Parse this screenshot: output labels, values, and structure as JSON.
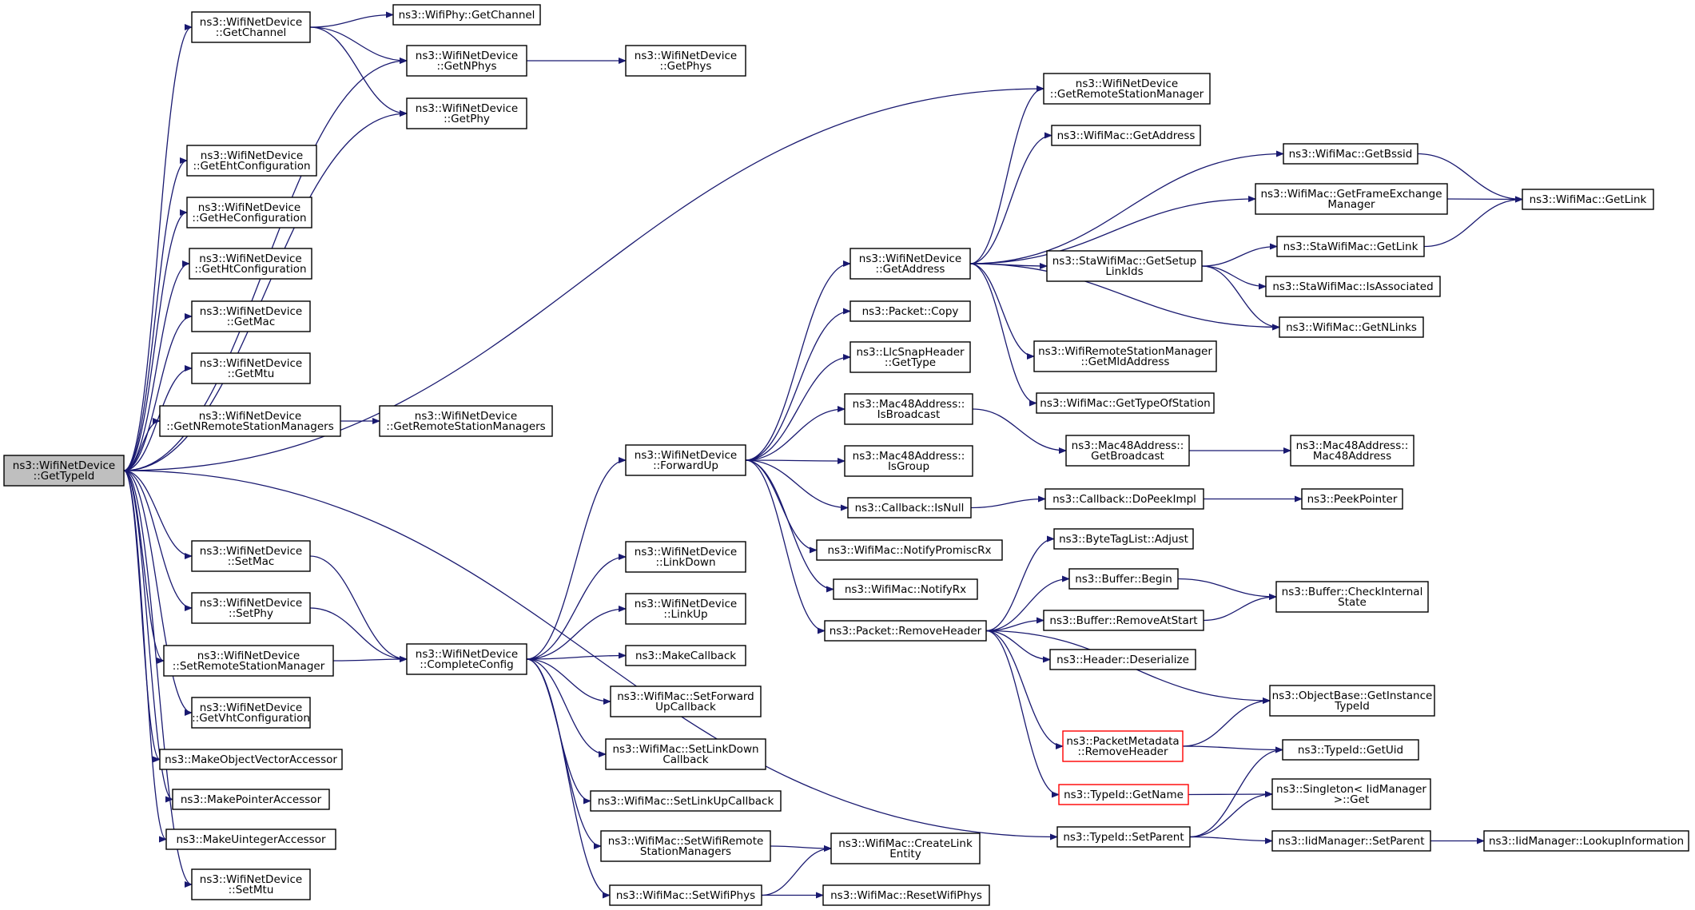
{
  "colors": {
    "edge": "#191970",
    "node_border": "#000000",
    "node_border_truncated": "#ff0000",
    "root_fill": "#bfbfbf",
    "node_fill": "#ffffff"
  },
  "nodes": [
    {
      "id": "n0",
      "lines": [
        "ns3::WifiNetDevice",
        "::GetTypeId"
      ],
      "root": true
    },
    {
      "id": "n1",
      "lines": [
        "ns3::WifiNetDevice",
        "::GetChannel"
      ]
    },
    {
      "id": "n2",
      "lines": [
        "ns3::WifiPhy::GetChannel"
      ]
    },
    {
      "id": "n3",
      "lines": [
        "ns3::WifiNetDevice",
        "::GetNPhys"
      ]
    },
    {
      "id": "n4",
      "lines": [
        "ns3::WifiNetDevice",
        "::GetPhys"
      ]
    },
    {
      "id": "n5",
      "lines": [
        "ns3::WifiNetDevice",
        "::GetPhy"
      ]
    },
    {
      "id": "n6",
      "lines": [
        "ns3::WifiNetDevice",
        "::GetEhtConfiguration"
      ]
    },
    {
      "id": "n7",
      "lines": [
        "ns3::WifiNetDevice",
        "::GetHeConfiguration"
      ]
    },
    {
      "id": "n8",
      "lines": [
        "ns3::WifiNetDevice",
        "::GetHtConfiguration"
      ]
    },
    {
      "id": "n9",
      "lines": [
        "ns3::WifiNetDevice",
        "::GetMac"
      ]
    },
    {
      "id": "n10",
      "lines": [
        "ns3::WifiNetDevice",
        "::GetMtu"
      ]
    },
    {
      "id": "n11",
      "lines": [
        "ns3::WifiNetDevice",
        "::GetNRemoteStationManagers"
      ]
    },
    {
      "id": "n12",
      "lines": [
        "ns3::WifiNetDevice",
        "::GetRemoteStationManagers"
      ]
    },
    {
      "id": "n13",
      "lines": [
        "ns3::WifiNetDevice",
        "::GetRemoteStationManager"
      ]
    },
    {
      "id": "n14",
      "lines": [
        "ns3::WifiNetDevice",
        "::ForwardUp"
      ]
    },
    {
      "id": "n15",
      "lines": [
        "ns3::WifiNetDevice",
        "::GetAddress"
      ]
    },
    {
      "id": "n16",
      "lines": [
        "ns3::WifiMac::GetAddress"
      ]
    },
    {
      "id": "n17",
      "lines": [
        "ns3::WifiMac::GetBssid"
      ]
    },
    {
      "id": "n18",
      "lines": [
        "ns3::WifiMac::GetLink"
      ]
    },
    {
      "id": "n19",
      "lines": [
        "ns3::WifiMac::GetFrameExchange",
        "Manager"
      ]
    },
    {
      "id": "n20",
      "lines": [
        "ns3::StaWifiMac::GetSetup",
        "LinkIds"
      ]
    },
    {
      "id": "n21",
      "lines": [
        "ns3::StaWifiMac::GetLink"
      ]
    },
    {
      "id": "n22",
      "lines": [
        "ns3::StaWifiMac::IsAssociated"
      ]
    },
    {
      "id": "n23",
      "lines": [
        "ns3::WifiMac::GetNLinks"
      ]
    },
    {
      "id": "n24",
      "lines": [
        "ns3::WifiRemoteStationManager",
        "::GetMldAddress"
      ]
    },
    {
      "id": "n25",
      "lines": [
        "ns3::WifiMac::GetTypeOfStation"
      ]
    },
    {
      "id": "n26",
      "lines": [
        "ns3::Packet::Copy"
      ]
    },
    {
      "id": "n27",
      "lines": [
        "ns3::LlcSnapHeader",
        "::GetType"
      ]
    },
    {
      "id": "n28",
      "lines": [
        "ns3::Mac48Address::",
        "IsBroadcast"
      ]
    },
    {
      "id": "n29",
      "lines": [
        "ns3::Mac48Address::",
        "GetBroadcast"
      ]
    },
    {
      "id": "n30",
      "lines": [
        "ns3::Mac48Address::",
        "Mac48Address"
      ]
    },
    {
      "id": "n31",
      "lines": [
        "ns3::Mac48Address::",
        "IsGroup"
      ]
    },
    {
      "id": "n32",
      "lines": [
        "ns3::Callback::IsNull"
      ]
    },
    {
      "id": "n33",
      "lines": [
        "ns3::Callback::DoPeekImpl"
      ]
    },
    {
      "id": "n34",
      "lines": [
        "ns3::PeekPointer"
      ]
    },
    {
      "id": "n35",
      "lines": [
        "ns3::WifiMac::NotifyPromiscRx"
      ]
    },
    {
      "id": "n36",
      "lines": [
        "ns3::WifiMac::NotifyRx"
      ]
    },
    {
      "id": "n37",
      "lines": [
        "ns3::Packet::RemoveHeader"
      ]
    },
    {
      "id": "n38",
      "lines": [
        "ns3::ByteTagList::Adjust"
      ]
    },
    {
      "id": "n39",
      "lines": [
        "ns3::Buffer::Begin"
      ]
    },
    {
      "id": "n40",
      "lines": [
        "ns3::Buffer::CheckInternal",
        "State"
      ]
    },
    {
      "id": "n41",
      "lines": [
        "ns3::Buffer::RemoveAtStart"
      ]
    },
    {
      "id": "n42",
      "lines": [
        "ns3::Header::Deserialize"
      ]
    },
    {
      "id": "n43",
      "lines": [
        "ns3::ObjectBase::GetInstance",
        "TypeId"
      ]
    },
    {
      "id": "n44",
      "lines": [
        "ns3::PacketMetadata",
        "::RemoveHeader"
      ],
      "truncated": true
    },
    {
      "id": "n45",
      "lines": [
        "ns3::TypeId::GetUid"
      ]
    },
    {
      "id": "n46",
      "lines": [
        "ns3::TypeId::GetName"
      ],
      "truncated": true
    },
    {
      "id": "n47",
      "lines": [
        "ns3::Singleton< IidManager",
        ">::Get"
      ]
    },
    {
      "id": "n48",
      "lines": [
        "ns3::TypeId::SetParent"
      ]
    },
    {
      "id": "n49",
      "lines": [
        "ns3::IidManager::SetParent"
      ]
    },
    {
      "id": "n50",
      "lines": [
        "ns3::IidManager::LookupInformation"
      ]
    },
    {
      "id": "n51",
      "lines": [
        "ns3::WifiNetDevice",
        "::SetMac"
      ]
    },
    {
      "id": "n52",
      "lines": [
        "ns3::WifiNetDevice",
        "::SetPhy"
      ]
    },
    {
      "id": "n53",
      "lines": [
        "ns3::WifiNetDevice",
        "::SetRemoteStationManager"
      ]
    },
    {
      "id": "n54",
      "lines": [
        "ns3::WifiNetDevice",
        "::CompleteConfig"
      ]
    },
    {
      "id": "n55",
      "lines": [
        "ns3::WifiNetDevice",
        "::LinkDown"
      ]
    },
    {
      "id": "n56",
      "lines": [
        "ns3::WifiNetDevice",
        "::LinkUp"
      ]
    },
    {
      "id": "n57",
      "lines": [
        "ns3::MakeCallback"
      ]
    },
    {
      "id": "n58",
      "lines": [
        "ns3::WifiMac::SetForward",
        "UpCallback"
      ]
    },
    {
      "id": "n59",
      "lines": [
        "ns3::WifiMac::SetLinkDown",
        "Callback"
      ]
    },
    {
      "id": "n60",
      "lines": [
        "ns3::WifiMac::SetLinkUpCallback"
      ]
    },
    {
      "id": "n61",
      "lines": [
        "ns3::WifiMac::SetWifiRemote",
        "StationManagers"
      ]
    },
    {
      "id": "n62",
      "lines": [
        "ns3::WifiMac::CreateLink",
        "Entity"
      ]
    },
    {
      "id": "n63",
      "lines": [
        "ns3::WifiMac::SetWifiPhys"
      ]
    },
    {
      "id": "n64",
      "lines": [
        "ns3::WifiMac::ResetWifiPhys"
      ]
    },
    {
      "id": "n65",
      "lines": [
        "ns3::WifiNetDevice",
        "::GetVhtConfiguration"
      ]
    },
    {
      "id": "n66",
      "lines": [
        "ns3::MakeObjectVectorAccessor"
      ]
    },
    {
      "id": "n67",
      "lines": [
        "ns3::MakePointerAccessor"
      ]
    },
    {
      "id": "n68",
      "lines": [
        "ns3::MakeUintegerAccessor"
      ]
    },
    {
      "id": "n69",
      "lines": [
        "ns3::WifiNetDevice",
        "::SetMtu"
      ]
    }
  ],
  "edges": [
    [
      "n0",
      "n1"
    ],
    [
      "n0",
      "n3"
    ],
    [
      "n0",
      "n5"
    ],
    [
      "n0",
      "n6"
    ],
    [
      "n0",
      "n7"
    ],
    [
      "n0",
      "n8"
    ],
    [
      "n0",
      "n9"
    ],
    [
      "n0",
      "n10"
    ],
    [
      "n0",
      "n11"
    ],
    [
      "n0",
      "n13"
    ],
    [
      "n0",
      "n48"
    ],
    [
      "n0",
      "n51"
    ],
    [
      "n0",
      "n52"
    ],
    [
      "n0",
      "n53"
    ],
    [
      "n0",
      "n65"
    ],
    [
      "n0",
      "n66"
    ],
    [
      "n0",
      "n67"
    ],
    [
      "n0",
      "n68"
    ],
    [
      "n0",
      "n69"
    ],
    [
      "n1",
      "n2"
    ],
    [
      "n1",
      "n3"
    ],
    [
      "n1",
      "n5"
    ],
    [
      "n3",
      "n4"
    ],
    [
      "n11",
      "n12"
    ],
    [
      "n14",
      "n15"
    ],
    [
      "n14",
      "n26"
    ],
    [
      "n14",
      "n27"
    ],
    [
      "n14",
      "n28"
    ],
    [
      "n14",
      "n31"
    ],
    [
      "n14",
      "n32"
    ],
    [
      "n14",
      "n35"
    ],
    [
      "n14",
      "n36"
    ],
    [
      "n14",
      "n37"
    ],
    [
      "n15",
      "n13"
    ],
    [
      "n15",
      "n16"
    ],
    [
      "n15",
      "n17"
    ],
    [
      "n15",
      "n19"
    ],
    [
      "n15",
      "n20"
    ],
    [
      "n15",
      "n23"
    ],
    [
      "n15",
      "n24"
    ],
    [
      "n15",
      "n25"
    ],
    [
      "n17",
      "n18"
    ],
    [
      "n19",
      "n18"
    ],
    [
      "n20",
      "n21"
    ],
    [
      "n20",
      "n22"
    ],
    [
      "n20",
      "n23"
    ],
    [
      "n21",
      "n18"
    ],
    [
      "n28",
      "n29"
    ],
    [
      "n29",
      "n30"
    ],
    [
      "n32",
      "n33"
    ],
    [
      "n33",
      "n34"
    ],
    [
      "n37",
      "n38"
    ],
    [
      "n37",
      "n39"
    ],
    [
      "n37",
      "n41"
    ],
    [
      "n37",
      "n42"
    ],
    [
      "n37",
      "n43"
    ],
    [
      "n37",
      "n44"
    ],
    [
      "n37",
      "n46"
    ],
    [
      "n39",
      "n40"
    ],
    [
      "n41",
      "n40"
    ],
    [
      "n44",
      "n43"
    ],
    [
      "n44",
      "n45"
    ],
    [
      "n46",
      "n47"
    ],
    [
      "n48",
      "n45"
    ],
    [
      "n48",
      "n47"
    ],
    [
      "n48",
      "n49"
    ],
    [
      "n49",
      "n50"
    ],
    [
      "n51",
      "n54"
    ],
    [
      "n52",
      "n54"
    ],
    [
      "n53",
      "n54"
    ],
    [
      "n54",
      "n14"
    ],
    [
      "n54",
      "n55"
    ],
    [
      "n54",
      "n56"
    ],
    [
      "n54",
      "n57"
    ],
    [
      "n54",
      "n58"
    ],
    [
      "n54",
      "n59"
    ],
    [
      "n54",
      "n60"
    ],
    [
      "n54",
      "n61"
    ],
    [
      "n54",
      "n63"
    ],
    [
      "n61",
      "n62"
    ],
    [
      "n63",
      "n62"
    ],
    [
      "n63",
      "n64"
    ]
  ]
}
